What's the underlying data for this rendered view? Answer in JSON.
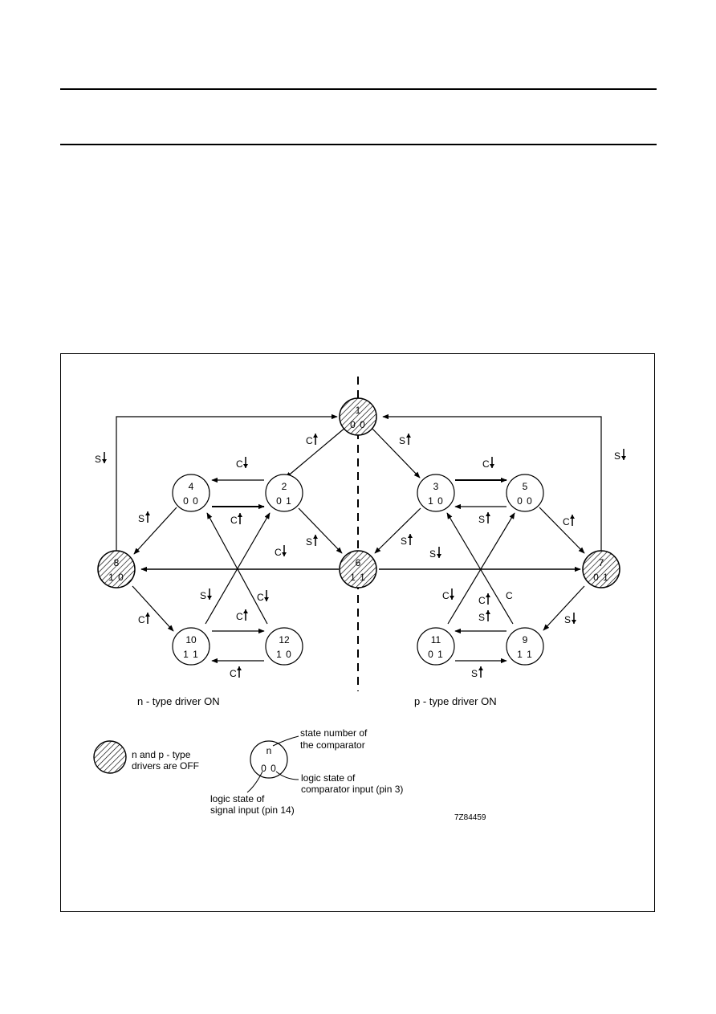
{
  "nodes": [
    {
      "id": "1",
      "bits": "0 0",
      "off": true
    },
    {
      "id": "2",
      "bits": "0 1",
      "off": false
    },
    {
      "id": "3",
      "bits": "1 0",
      "off": false
    },
    {
      "id": "4",
      "bits": "0 0",
      "off": false
    },
    {
      "id": "5",
      "bits": "0 0",
      "off": false
    },
    {
      "id": "6",
      "bits": "1 1",
      "off": true
    },
    {
      "id": "7",
      "bits": "0 1",
      "off": true
    },
    {
      "id": "8",
      "bits": "1 0",
      "off": true
    },
    {
      "id": "9",
      "bits": "1 1",
      "off": false
    },
    {
      "id": "10",
      "bits": "1 1",
      "off": false
    },
    {
      "id": "11",
      "bits": "0 1",
      "off": false
    },
    {
      "id": "12",
      "bits": "1 0",
      "off": false
    }
  ],
  "transition_labels": [
    {
      "text": "S",
      "arrow": "down"
    },
    {
      "text": "C",
      "arrow": "up"
    },
    {
      "text": "S",
      "arrow": "up"
    },
    {
      "text": "C",
      "arrow": "down"
    },
    {
      "text": "C",
      "arrow": "down"
    },
    {
      "text": "S",
      "arrow": "down"
    },
    {
      "text": "S",
      "arrow": "up"
    },
    {
      "text": "C",
      "arrow": "up"
    },
    {
      "text": "S",
      "arrow": "up"
    },
    {
      "text": "S",
      "arrow": "up"
    },
    {
      "text": "S",
      "arrow": "up"
    },
    {
      "text": "C",
      "arrow": "up"
    },
    {
      "text": "C",
      "arrow": "up"
    },
    {
      "text": "C",
      "arrow": "down"
    },
    {
      "text": "S",
      "arrow": "down"
    },
    {
      "text": "S",
      "arrow": "down"
    },
    {
      "text": "C",
      "arrow": "down"
    },
    {
      "text": "C",
      "arrow": "up"
    },
    {
      "text": "C",
      "arrow": "up"
    },
    {
      "text": "C",
      "arrow": "up"
    },
    {
      "text": "C",
      "arrow": "down"
    },
    {
      "text": "C",
      "arrow": "none"
    },
    {
      "text": "S",
      "arrow": "down"
    },
    {
      "text": "S",
      "arrow": "up"
    },
    {
      "text": "S",
      "arrow": "up"
    }
  ],
  "captions": {
    "n_side": "n - type driver ON",
    "p_side": "p - type driver ON"
  },
  "legend": {
    "off_line1": "n and p - type",
    "off_line2": "drivers are OFF",
    "node_symbol": "n",
    "node_bits": "0 0",
    "state_line1": "state number of",
    "state_line2": "the comparator",
    "comp_line1": "logic state of",
    "comp_line2": "comparator input (pin 3)",
    "sig_line1": "logic state of",
    "sig_line2": "signal input (pin 14)",
    "code": "7Z84459"
  }
}
